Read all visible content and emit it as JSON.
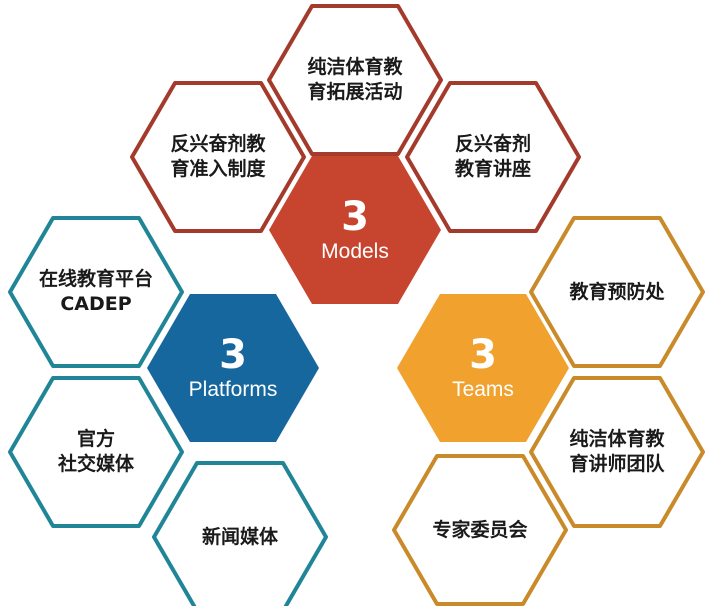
{
  "models": {
    "number": "3",
    "label": "Models",
    "color": "#c7452f",
    "items": [
      [
        "纯洁体育教",
        "育拓展活动"
      ],
      [
        "反兴奋剂教",
        "育准入制度"
      ],
      [
        "反兴奋剂",
        "教育讲座"
      ]
    ]
  },
  "platforms": {
    "number": "3",
    "label": "Platforms",
    "color": "#17679f",
    "items": [
      [
        "在线教育平台",
        "CADEP"
      ],
      [
        "官方",
        "社交媒体"
      ],
      [
        "新闻媒体"
      ]
    ]
  },
  "teams": {
    "number": "3",
    "label": "Teams",
    "color": "#f0a12e",
    "items": [
      [
        "教育预防处"
      ],
      [
        "纯洁体育教",
        "育讲师团队"
      ],
      [
        "专家委员会"
      ]
    ]
  },
  "outline_colors": {
    "models": "#a33a2b",
    "platforms": "#1f8597",
    "teams": "#c98a2a"
  }
}
